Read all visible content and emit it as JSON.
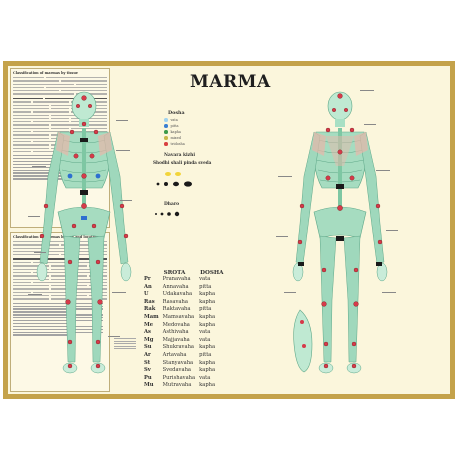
{
  "poster": {
    "title": "MARMA",
    "left_panel_top": {
      "heading": "Classification of marmas by tissue"
    },
    "left_panel_bottom": {
      "heading": "Classification of marmas by size and location"
    },
    "legend": {
      "dosha_heading": "Dosha",
      "dosha_items": [
        {
          "label": "vata",
          "color": "#9fd3f0"
        },
        {
          "label": "pitta",
          "color": "#3a7ed1"
        },
        {
          "label": "kapha",
          "color": "#3c9a4a"
        },
        {
          "label": "mixed",
          "color": "#c8b84a"
        },
        {
          "label": "tridosha",
          "color": "#d94040"
        }
      ],
      "size_heading": "Navara kizhi",
      "size_subheading": "Shodhi shali pinda sveda",
      "dharo_heading": "Dharo"
    },
    "srota_table": {
      "col1": "SROTA",
      "col2": "DOSHA",
      "rows": [
        {
          "k": "Pr",
          "srota": "Pranavaha",
          "dosha": "vata"
        },
        {
          "k": "An",
          "srota": "Annavaha",
          "dosha": "pitta"
        },
        {
          "k": "U",
          "srota": "Udakavaha",
          "dosha": "kapha"
        },
        {
          "k": "Ras",
          "srota": "Rasavaha",
          "dosha": "kapha"
        },
        {
          "k": "Rak",
          "srota": "Raktavaha",
          "dosha": "pitta"
        },
        {
          "k": "Mam",
          "srota": "Mamsavaha",
          "dosha": "kapha"
        },
        {
          "k": "Me",
          "srota": "Medovaha",
          "dosha": "kapha"
        },
        {
          "k": "As",
          "srota": "Asthivaha",
          "dosha": "vata"
        },
        {
          "k": "Mg",
          "srota": "Majjavaha",
          "dosha": "vata"
        },
        {
          "k": "Su",
          "srota": "Shukravaha",
          "dosha": "kapha"
        },
        {
          "k": "Ar",
          "srota": "Artavaha",
          "dosha": "pitta"
        },
        {
          "k": "St",
          "srota": "Stanyavaha",
          "dosha": "kapha"
        },
        {
          "k": "Sv",
          "srota": "Svedavaha",
          "dosha": "kapha"
        },
        {
          "k": "Pu",
          "srota": "Purishavaha",
          "dosha": "vata"
        },
        {
          "k": "Mu",
          "srota": "Mutravaha",
          "dosha": "kapha"
        }
      ]
    },
    "colors": {
      "frame": "#c4a24a",
      "paper": "#fbf6dc",
      "skeleton": "#8fd6b4",
      "muscle": "#e8b7aa",
      "marker": "#d63a4a"
    }
  }
}
